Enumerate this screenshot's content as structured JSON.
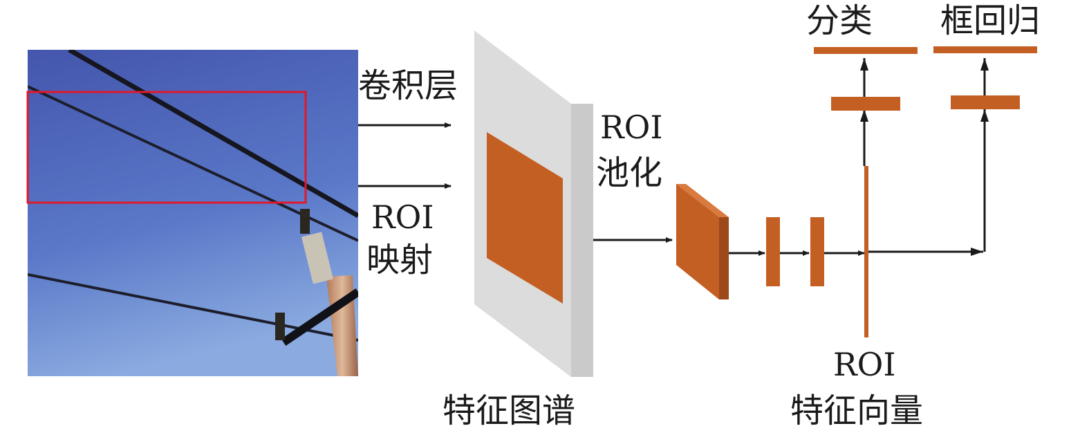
{
  "labels": {
    "conv_layer": "卷积层",
    "roi_mapping_line1": "ROI",
    "roi_mapping_line2": "映射",
    "roi_pooling_line1": "ROI",
    "roi_pooling_line2": "池化",
    "feature_map": "特征图谱",
    "roi_vector_line1": "ROI",
    "roi_vector_line2": "特征向量",
    "classification": "分类",
    "bbox_regression": "框回归"
  },
  "colors": {
    "sky_top": "#4456ad",
    "sky_bottom": "#7b9fdc",
    "roi_box": "#e0182a",
    "feature_map_panel": "#dcdcdc",
    "feature_map_side": "#c8c8c8",
    "orange": "#c45f24",
    "orange_side": "#9c4a1a",
    "arrow": "#1a1a1a"
  },
  "icons": {
    "input_image": "power-line-photo"
  }
}
